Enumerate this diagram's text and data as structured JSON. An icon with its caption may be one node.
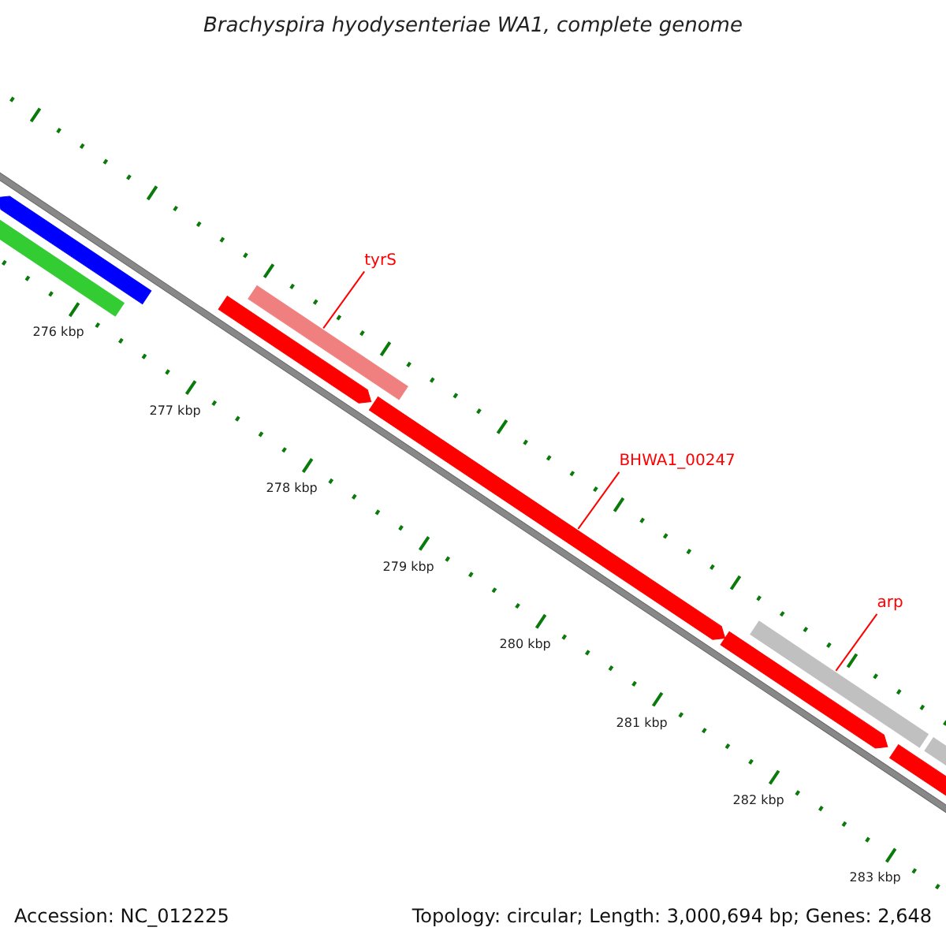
{
  "diagram": {
    "title": "Brachyspira hyodysenteriae WA1, complete genome",
    "nodes": [
      {
        "text": [
          "tyrS"
        ]
      },
      {
        "text": [],
        "shape": "bar"
      },
      {
        "text": [
          "BHWA1_00247"
        ]
      },
      {
        "text": [],
        "shape": "bar"
      },
      {
        "text": [
          "arp"
        ]
      },
      {
        "text": [],
        "shape": "bar"
      }
    ],
    "edges": [
      {
        "from": 0,
        "to": 1,
        "arrow": "none"
      },
      {
        "from": 2,
        "to": 3,
        "arrow": "none"
      },
      {
        "from": 4,
        "to": 5,
        "arrow": "none"
      }
    ],
    "labels": [
      "276 kbp",
      "277 kbp",
      "278 kbp",
      "279 kbp",
      "280 kbp",
      "281 kbp",
      "282 kbp",
      "283 kbp",
      "Accession: NC_012225",
      "Topology: circular; Length: 3,000,694 bp; Genes: 2,648"
    ]
  }
}
